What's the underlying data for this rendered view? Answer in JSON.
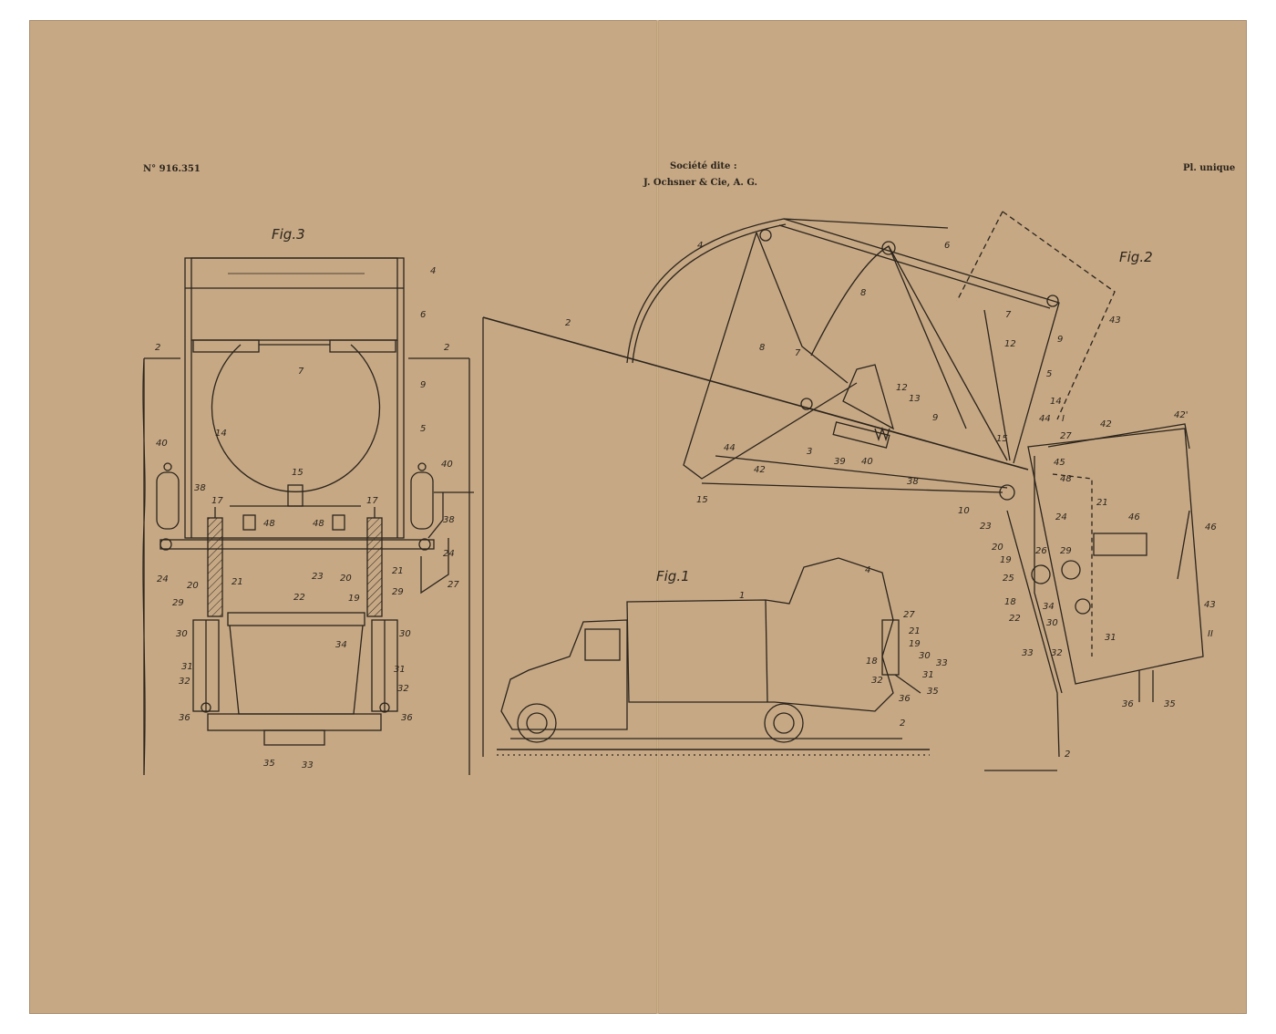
{
  "header": {
    "patent_number": "N° 916.351",
    "company_line1": "Société dite :",
    "company_line2": "J. Ochsner & Cie, A. G.",
    "sheet": "Pl. unique"
  },
  "figures": {
    "fig1": "Fig.1",
    "fig2": "Fig.2",
    "fig3": "Fig.3"
  },
  "fig3_labels": [
    "2",
    "2",
    "4",
    "6",
    "7",
    "9",
    "5",
    "14",
    "15",
    "40",
    "40",
    "38",
    "38",
    "17",
    "17",
    "48",
    "48",
    "24",
    "24",
    "23",
    "20",
    "21",
    "20",
    "21",
    "27",
    "22",
    "19",
    "29",
    "29",
    "30",
    "30",
    "34",
    "31",
    "31",
    "32",
    "32",
    "36",
    "36",
    "35",
    "33"
  ],
  "fig2_labels": [
    "4",
    "6",
    "2",
    "8",
    "8",
    "7",
    "7",
    "43",
    "12",
    "12",
    "9",
    "5",
    "14",
    "13",
    "3",
    "39",
    "40",
    "9",
    "38",
    "42",
    "44",
    "15",
    "44",
    "I",
    "27",
    "42",
    "42'",
    "15",
    "45",
    "10",
    "48",
    "23",
    "21",
    "24",
    "46",
    "46",
    "20",
    "19",
    "26",
    "29",
    "25",
    "18",
    "34",
    "30",
    "22",
    "31",
    "43",
    "II",
    "33",
    "32",
    "36",
    "35",
    "2"
  ],
  "fig1_labels": [
    "1",
    "4",
    "27",
    "21",
    "19",
    "18",
    "30",
    "33",
    "32",
    "31",
    "36",
    "35",
    "2"
  ]
}
